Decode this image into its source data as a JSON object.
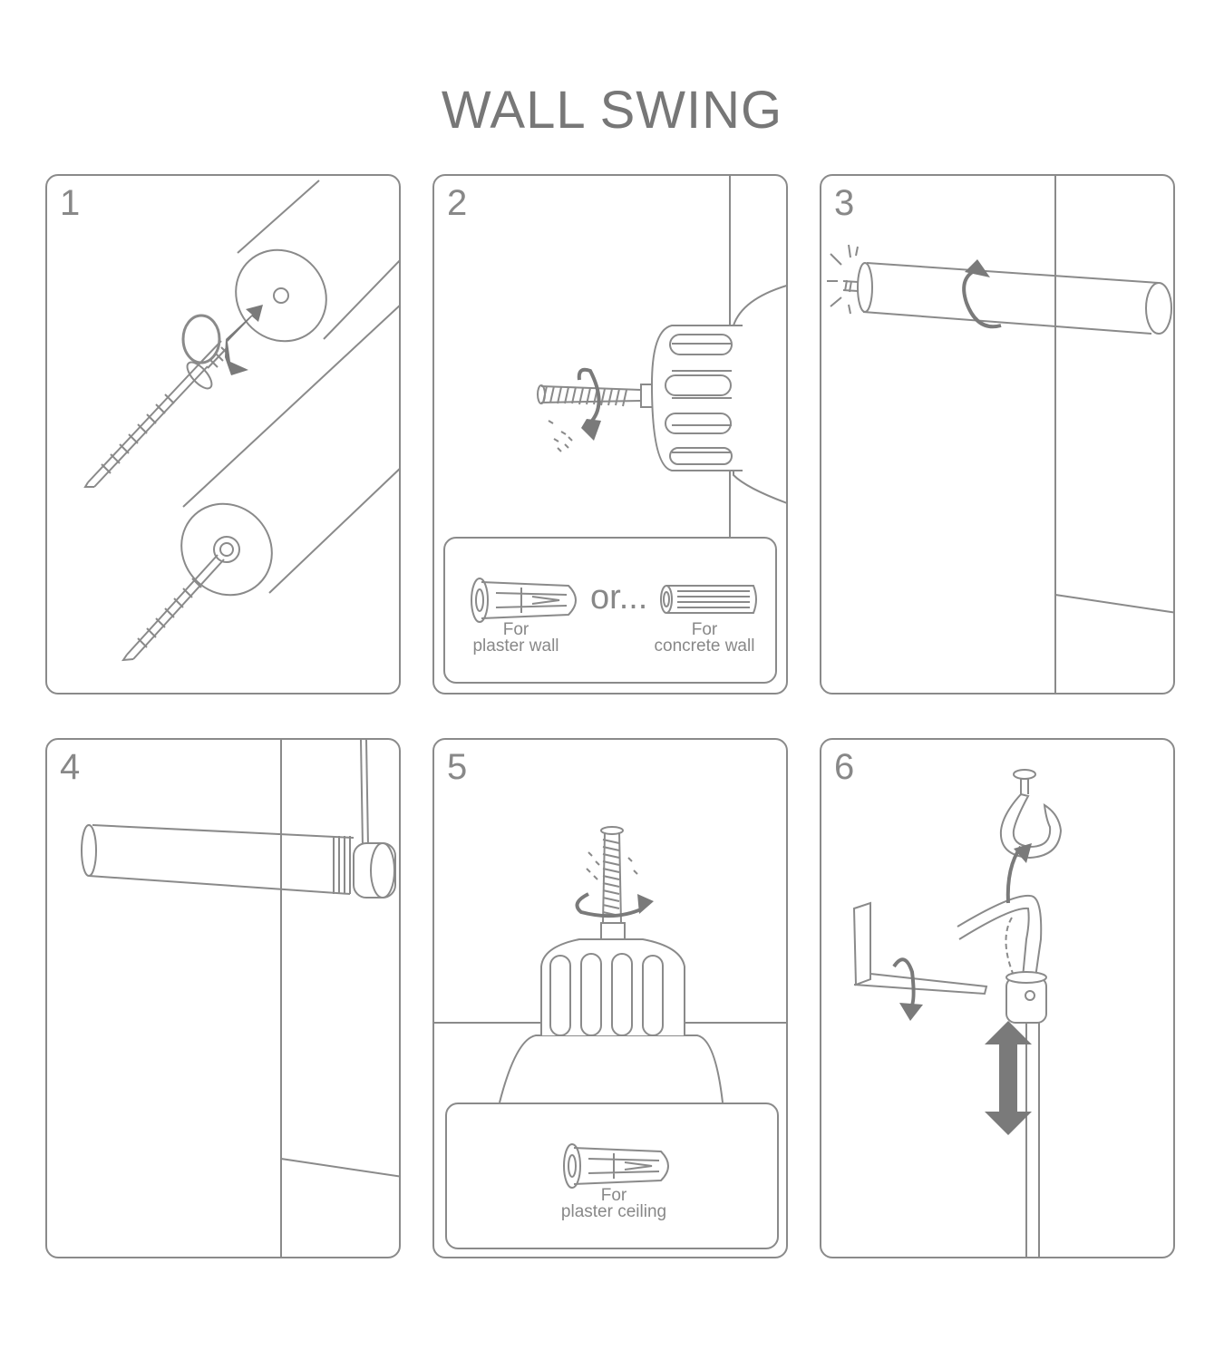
{
  "title": "WALL SWING",
  "steps": [
    {
      "number": "1"
    },
    {
      "number": "2",
      "or_text": "or...",
      "anchor_left": {
        "line1": "For",
        "line2": "plaster wall"
      },
      "anchor_right": {
        "line1": "For",
        "line2": "concrete wall"
      }
    },
    {
      "number": "3"
    },
    {
      "number": "4"
    },
    {
      "number": "5",
      "anchor": {
        "line1": "For",
        "line2": "plaster ceiling"
      }
    },
    {
      "number": "6"
    }
  ],
  "colors": {
    "line": "#8a8a8a",
    "arrow": "#7a7a7a",
    "text": "#777777"
  }
}
